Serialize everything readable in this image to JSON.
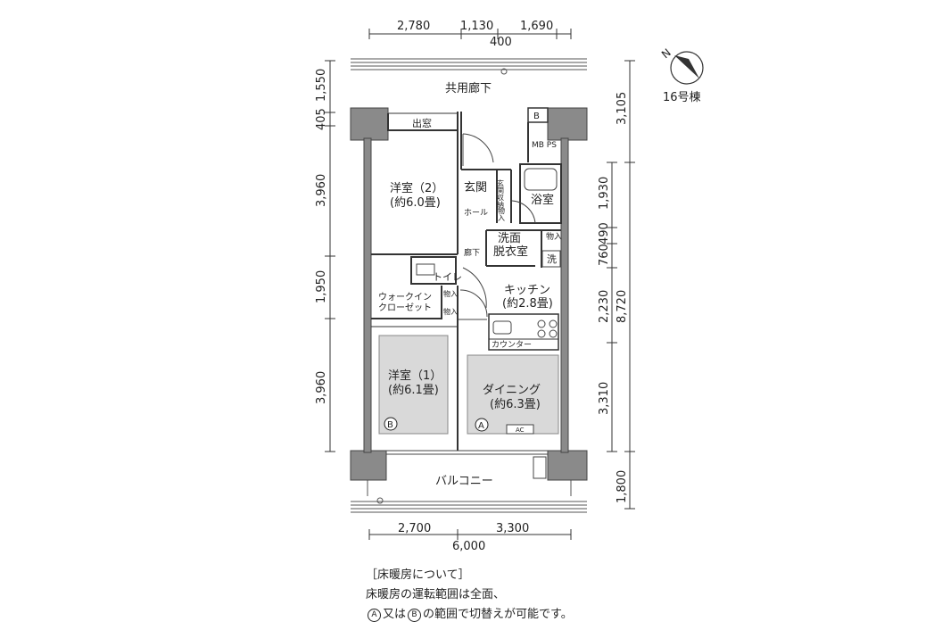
{
  "dimensions": {
    "top": [
      "2,780",
      "1,130",
      "1,690",
      "400"
    ],
    "bottom": [
      "2,700",
      "3,300",
      "6,000"
    ],
    "left": [
      "1,550",
      "405",
      "3,960",
      "1,950",
      "3,960"
    ],
    "right": [
      "3,105",
      "1,930",
      "490",
      "760",
      "2,230",
      "8,720",
      "3,310",
      "1,800"
    ]
  },
  "compass": {
    "north_label": "N",
    "building": "16号棟"
  },
  "rooms": {
    "corridor": "共用廊下",
    "bay_window": "出窓",
    "western_room_2": "洋室（2）",
    "western_room_2_size": "(約6.0畳)",
    "entrance": "玄関",
    "entrance_storage": "玄関収納",
    "hall": "ホール",
    "storage_a": "物入",
    "bathroom": "浴室",
    "mb_ps": "MB PS",
    "b_label": "B",
    "washroom_1": "洗面",
    "washroom_2": "脱衣室",
    "storage_b": "物入",
    "washer": "洗",
    "hallway": "廊下",
    "toilet": "トイレ",
    "walk_in_1": "ウォークイン",
    "walk_in_2": "クローゼット",
    "storage_c": "物入",
    "storage_d": "物入",
    "kitchen": "キッチン",
    "kitchen_size": "(約2.8畳)",
    "counter": "カウンター",
    "western_room_1": "洋室（1）",
    "western_room_1_size": "(約6.1畳)",
    "dining": "ダイニング",
    "dining_size": "(約6.3畳)",
    "ac": "AC",
    "balcony": "バルコニー",
    "heating_a": "A",
    "heating_b": "B"
  },
  "note": {
    "title": "［床暖房について］",
    "line1": "床暖房の運転範囲は全面、",
    "mark_a": "A",
    "mid": "又は",
    "mark_b": "B",
    "line2_rest": "の範囲で切替えが可能です。"
  }
}
